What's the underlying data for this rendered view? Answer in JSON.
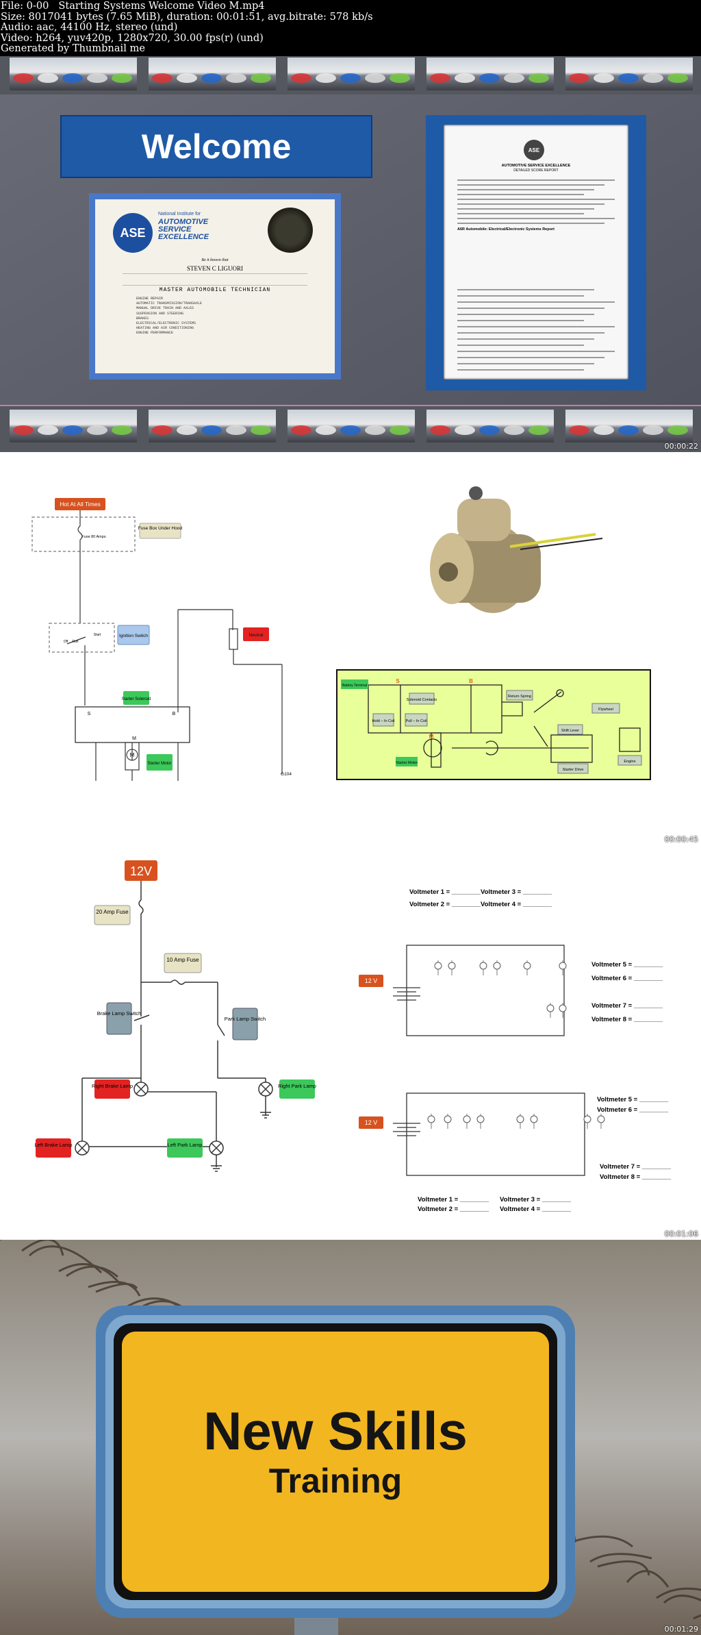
{
  "header": {
    "lines": [
      "File: 0-00   Starting Systems Welcome Video M.mp4",
      "Size: 8017041 bytes (7.65 MiB), duration: 00:01:51, avg.bitrate: 578 kb/s",
      "Audio: aac, 44100 Hz, stereo (und)",
      "Video: h264, yuv420p, 1280x720, 30.00 fps(r) (und)",
      "Generated by Thumbnail me"
    ]
  },
  "frames": [
    {
      "timestamp": "00:00:22",
      "welcome": "Welcome",
      "cert": {
        "badge": "ASE",
        "org_small": "National Institute for",
        "org_big_1": "AUTOMOTIVE",
        "org_big_2": "SERVICE",
        "org_big_3": "EXCELLENCE",
        "known": "Be it known that",
        "name": "STEVEN C LIGUORI",
        "title": "MASTER AUTOMOBILE TECHNICIAN",
        "areas": [
          "ENGINE REPAIR",
          "AUTOMATIC TRANSMISSION/TRANSAXLE",
          "MANUAL DRIVE TRAIN AND AXLES",
          "SUSPENSION AND STEERING",
          "BRAKES",
          "ELECTRICAL/ELECTRONIC SYSTEMS",
          "HEATING AND AIR CONDITIONING",
          "ENGINE PERFORMANCE"
        ]
      },
      "report": {
        "badge": "ASE",
        "title_1": "AUTOMOTIVE SERVICE EXCELLENCE",
        "title_2": "DETAILED SCORE REPORT",
        "section": "A6R Automobile: Electrical/Electronic Systems Report"
      }
    },
    {
      "timestamp": "00:00:45",
      "labels": {
        "hot": "Hot At All Times",
        "fuse_box": "Fuse Box Under Hood",
        "fuse": "Fuse 80 Amps",
        "ignition": "Ignition Switch",
        "solenoid": "Starter Solenoid",
        "motor": "Starter Motor",
        "neutral": "Neutral",
        "b": "B",
        "s": "S",
        "m": "M",
        "off": "Off",
        "run": "Run",
        "start": "Start",
        "ground": "G104"
      },
      "cutaway": {
        "batt": "Battery Terminal",
        "s": "S",
        "b": "B",
        "m": "M",
        "contacts": "Solenoid Contacts",
        "spring": "Return Spring",
        "hold": "Hold – In Coil",
        "pull": "Pull – In Coil",
        "motor": "Starter Motor",
        "flywheel": "Flywheel",
        "shift": "Shift Lever",
        "engine": "Engine",
        "drive": "Starter Drive"
      }
    },
    {
      "timestamp": "00:01:06",
      "lamp": {
        "v12": "12V",
        "fuse20": "20 Amp Fuse",
        "fuse10": "10 Amp Fuse",
        "brake_sw": "Brake Lamp Switch",
        "park_sw": "Park Lamp Switch",
        "right_brake": "Right Brake Lamp",
        "left_brake": "Left Brake Lamp",
        "right_park": "Right Park Lamp",
        "left_park": "Left Park Lamp"
      },
      "volt_top": {
        "v1": "Voltmeter 1 = ________",
        "v2": "Voltmeter 2 = ________",
        "v3": "Voltmeter 3 = ________",
        "v4": "Voltmeter 4 = ________",
        "v5": "Voltmeter 5 = ________",
        "v6": "Voltmeter 6 = ________",
        "v7": "Voltmeter 7 = ________",
        "v8": "Voltmeter 8 = ________",
        "battery": "12 V"
      },
      "volt_bottom": {
        "v1": "Voltmeter 1 = ________",
        "v2": "Voltmeter 2 = ________",
        "v3": "Voltmeter 3 = ________",
        "v4": "Voltmeter 4 = ________",
        "v5": "Voltmeter 5 = ________",
        "v6": "Voltmeter 6 = ________",
        "v7": "Voltmeter 7 = ________",
        "v8": "Voltmeter 8 = ________",
        "battery": "12 V"
      }
    },
    {
      "timestamp": "00:01:29",
      "sign_line1": "New Skills",
      "sign_line2": "Training"
    }
  ],
  "colors": {
    "header_bg": "#000000",
    "slide_blue": "#1f5aa6",
    "slide_bg": "#5b5d6a",
    "label_red": "#e32222",
    "label_green": "#3cc85a",
    "label_orange": "#d7521f",
    "label_blue": "#a9c8ec",
    "label_tan": "#e8e3c4",
    "sign_yellow": "#f2b620",
    "cutaway_bg": "#e9ff9a"
  }
}
